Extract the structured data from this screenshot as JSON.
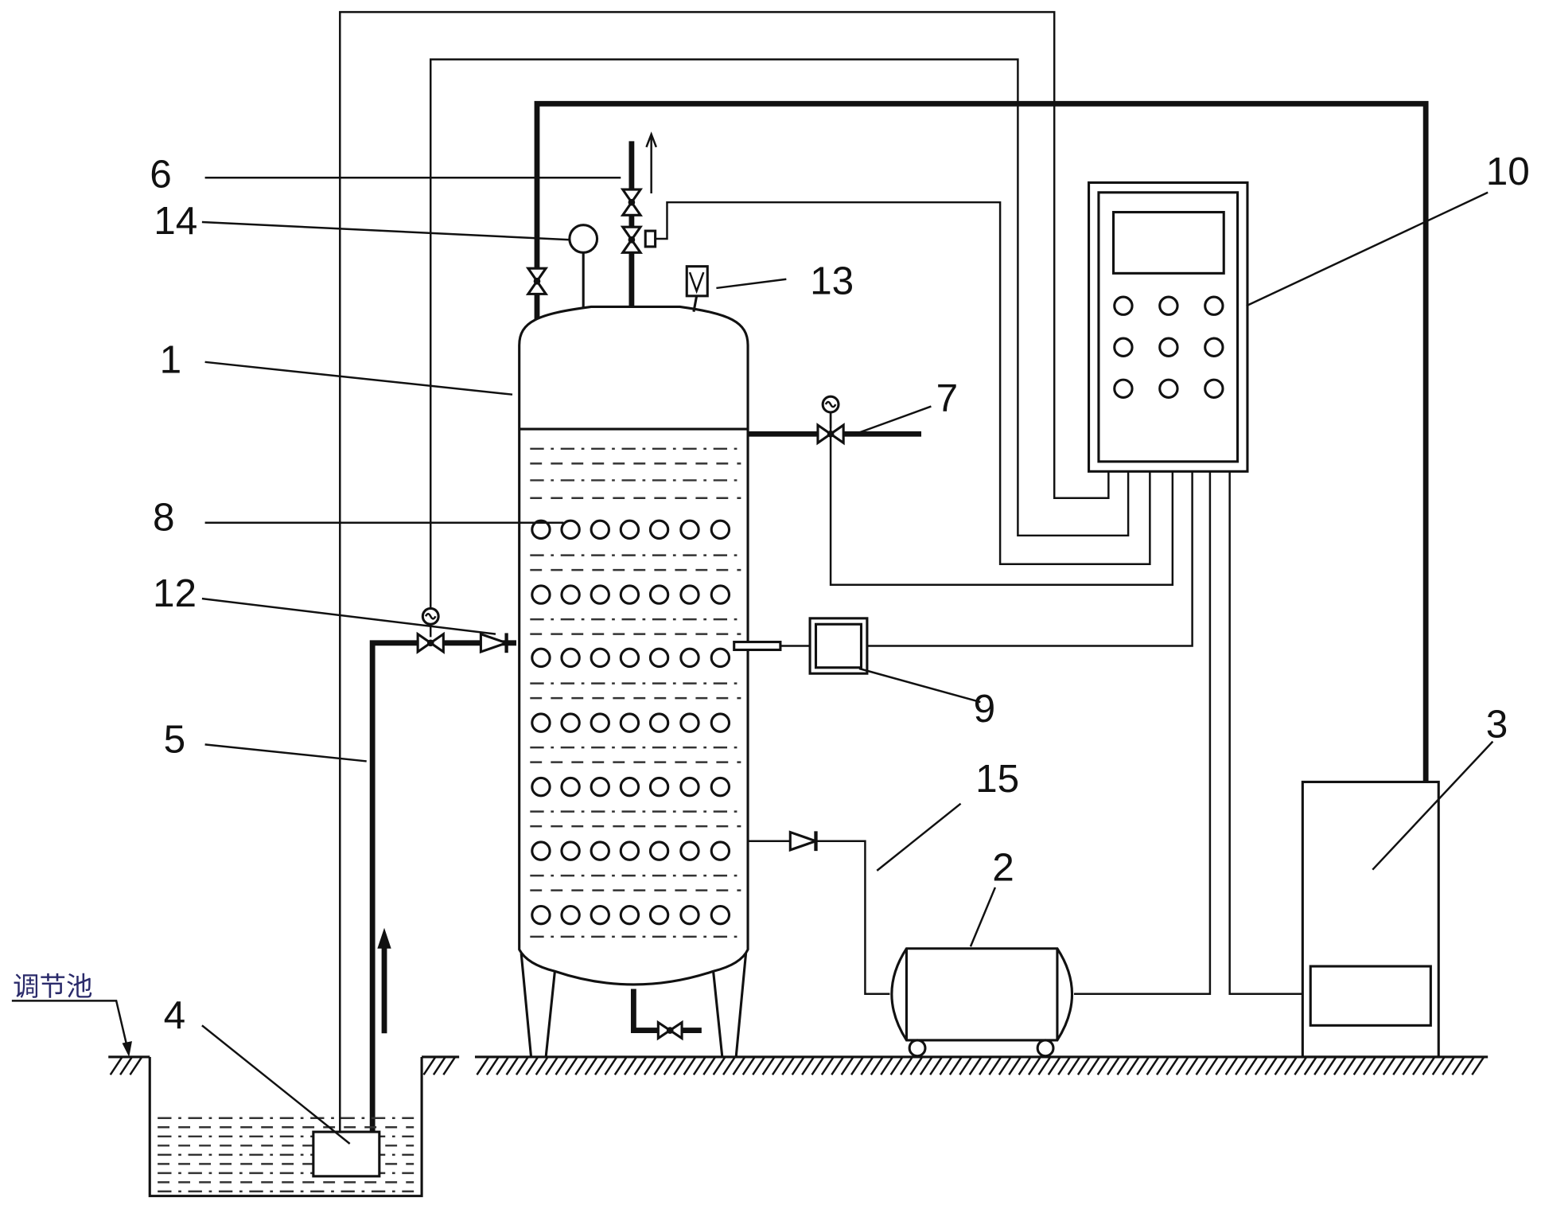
{
  "callouts": {
    "c1": "1",
    "c2": "2",
    "c3": "3",
    "c4": "4",
    "c5": "5",
    "c6": "6",
    "c7": "7",
    "c8": "8",
    "c9": "9",
    "c10": "10",
    "c12": "12",
    "c13": "13",
    "c14": "14",
    "c15": "15"
  },
  "pond_label": "调节池"
}
